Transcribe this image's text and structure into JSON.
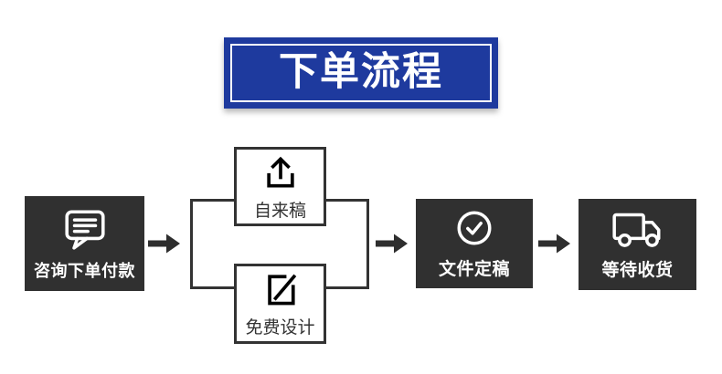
{
  "colors": {
    "page_bg": "#ffffff",
    "banner_bg": "#1e3a9e",
    "banner_text": "#ffffff",
    "dark_box_bg": "#303030",
    "dark_box_text": "#ffffff",
    "outline": "#333333",
    "light_box_text": "#333333",
    "arrow": "#2e2e2e"
  },
  "banner": {
    "title": "下单流程"
  },
  "flow": {
    "start": {
      "label": "咨询下单付款",
      "icon": "chat-bubble-icon"
    },
    "branch": {
      "top": {
        "label": "自来稿",
        "icon": "upload-icon"
      },
      "bottom": {
        "label": "免费设计",
        "icon": "edit-pencil-icon"
      }
    },
    "finalize": {
      "label": "文件定稿",
      "icon": "check-circle-icon"
    },
    "receive": {
      "label": "等待收货",
      "icon": "delivery-truck-icon"
    }
  }
}
